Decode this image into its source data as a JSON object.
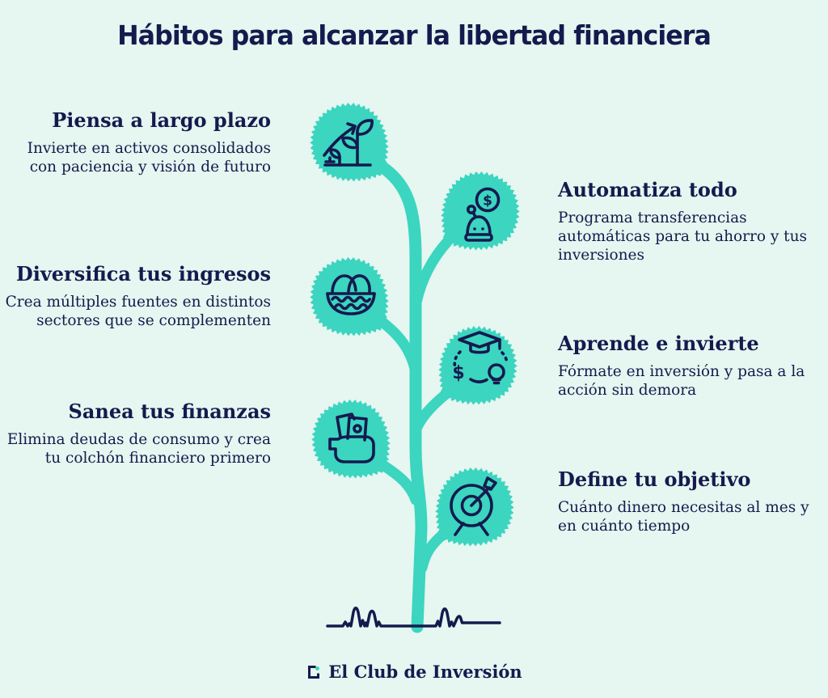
{
  "page": {
    "title": "Hábitos para alcanzar la libertad financiera",
    "background_color": "#E6F6F0",
    "accent_color": "#3BD5C0",
    "ink_color": "#151A4E"
  },
  "sections": {
    "left": [
      {
        "heading": "Piensa a largo plazo",
        "description": "Invierte en activos consolidados\ncon paciencia y visión de futuro",
        "icon": "growth-arrow-icon"
      },
      {
        "heading": "Diversifica tus ingresos",
        "description": "Crea múltiples fuentes en distintos\nsectores que se complementen",
        "icon": "nest-eggs-icon"
      },
      {
        "heading": "Sanea tus finanzas",
        "description": "Elimina deudas de consumo y crea\ntu colchón financiero primero",
        "icon": "cash-in-hand-icon"
      }
    ],
    "right": [
      {
        "heading": "Automatiza todo",
        "description": "Programa transferencias\nautomáticas para tu ahorro y tus\ninversiones",
        "icon": "robot-coin-icon"
      },
      {
        "heading": "Aprende e invierte",
        "description": "Fórmate en inversión y pasa a la\nacción sin demora",
        "icon": "graduation-bulb-icon"
      },
      {
        "heading": "Define tu objetivo",
        "description": "Cuánto dinero necesitas al mes y\nen cuánto tiempo",
        "icon": "target-arrow-icon"
      }
    ]
  },
  "icon_symbols": {
    "coin_dollar": "$",
    "learn_dollar": "$"
  },
  "footer": {
    "brand": "El Club de Inversión"
  }
}
